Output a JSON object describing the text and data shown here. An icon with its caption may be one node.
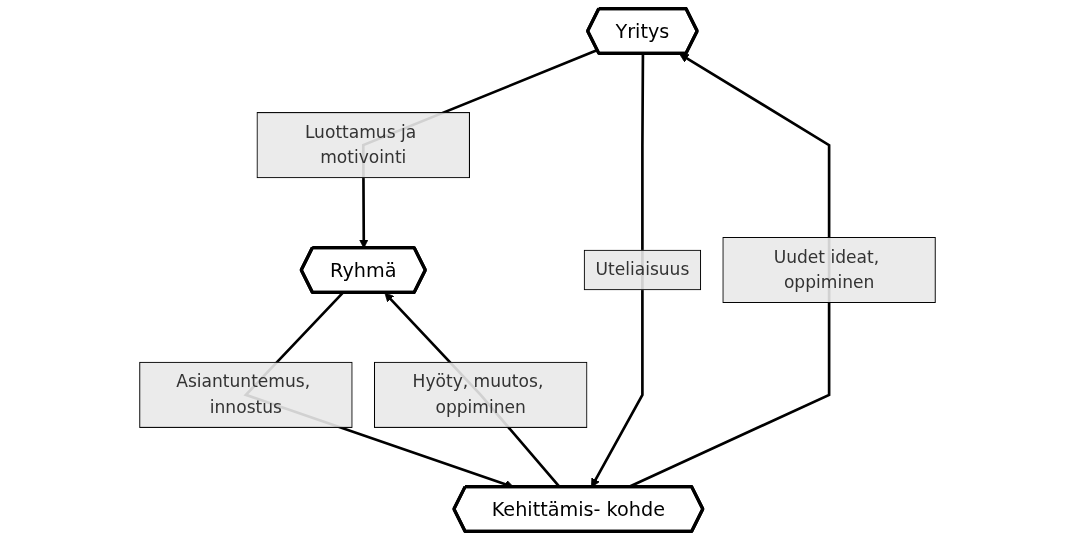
{
  "diagram": {
    "nodes": [
      {
        "text": [
          "Yritys"
        ]
      },
      {
        "text": [
          "Ryhmä"
        ]
      },
      {
        "text": [
          "Kehittämis- kohde"
        ]
      }
    ],
    "edges": [
      {
        "from": 0,
        "to": 1,
        "arrow": "to",
        "label": "Luottamus ja motivointi"
      },
      {
        "from": 0,
        "to": 2,
        "arrow": "to",
        "label": "Uteliaisuus"
      },
      {
        "from": 2,
        "to": 0,
        "arrow": "to",
        "label": "Uudet ideat, oppiminen"
      },
      {
        "from": 1,
        "to": 2,
        "arrow": "to",
        "label": "Asiantuntemus, innostus"
      },
      {
        "from": 2,
        "to": 1,
        "arrow": "to",
        "label": "Hyöty, muutos, oppiminen"
      }
    ]
  }
}
